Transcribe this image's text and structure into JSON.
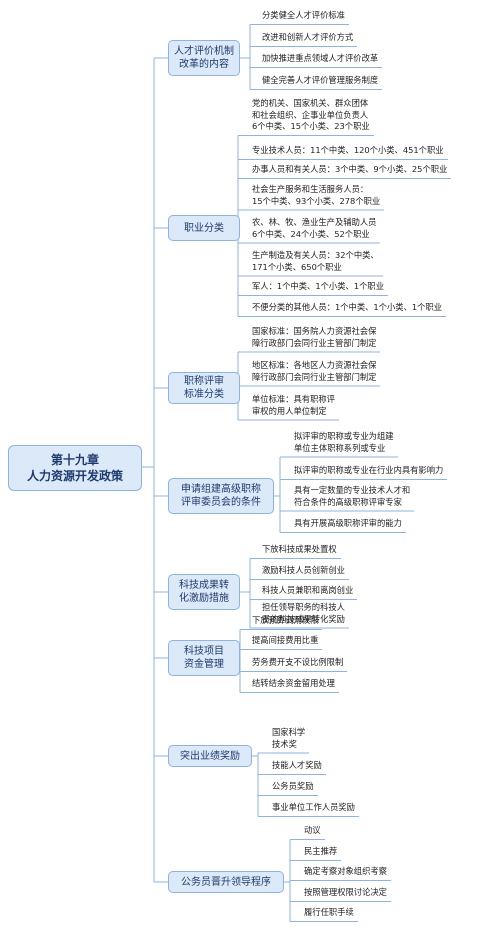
{
  "root": {
    "line1": "第十九章",
    "line2": "人力资源开发政策"
  },
  "branches": [
    {
      "id": "b1",
      "label": "人才评价机制\n改革的内容",
      "items": [
        "分类健全人才评价标准",
        "改进和创新人才评价方式",
        "加快推进重点领域人才评价改革",
        "健全完善人才评价管理服务制度"
      ]
    },
    {
      "id": "b2",
      "label": "职业分类",
      "items": [
        "党的机关、国家机关、群众团体\n和社会组织、企事业单位负责人\n6个中类、15个小类、23个职业",
        "专业技术人员：11个中类、120个小类、451个职业",
        "办事人员和有关人员：3个中类、9个小类、25个职业",
        "社会生产服务和生活服务人员：\n15个中类、93个小类、278个职业",
        "农、林、牧、渔业生产及辅助人员\n6个中类、24个小类、52个职业",
        "生产制造及有关人员：32个中类、\n171个小类、650个职业",
        "军人：1个中类、1个小类、1个职业",
        "不便分类的其他人员：1个中类、1个小类、1个职业"
      ]
    },
    {
      "id": "b3",
      "label": "职称评审\n标准分类",
      "items": [
        "国家标准：国务院人力资源社会保\n障行政部门会同行业主管部门制定",
        "地区标准：各地区人力资源社会保\n障行政部门会同行业主管部门制定",
        "单位标准：具有职称评\n审权的用人单位制定"
      ]
    },
    {
      "id": "b4",
      "label": "申请组建高级职称\n评审委员会的条件",
      "items": [
        "拟评审的职称或专业为组建\n单位主体职称系列或专业",
        "拟评审的职称或专业在行业内具有影响力",
        "具有一定数量的专业技术人才和\n符合条件的高级职称评审专家",
        "具有开展高级职称评审的能力"
      ]
    },
    {
      "id": "b5",
      "label": "科技成果转\n化激励措施",
      "items": [
        "下放科技成果处置权",
        "激励科技人员创新创业",
        "科技人员兼职和离岗创业",
        "担任领导职务的科技人\n员的科技成果转化奖励"
      ]
    },
    {
      "id": "b6",
      "label": "科技项目\n资金管理",
      "items": [
        "下放预算调剂权限",
        "提高间接费用比重",
        "劳务费开支不设比例限制",
        "结转结余资金留用处理"
      ]
    },
    {
      "id": "b7",
      "label": "突出业绩奖励",
      "items": [
        "国家科学\n技术奖",
        "技能人才奖励",
        "公务员奖励",
        "事业单位工作人员奖励"
      ]
    },
    {
      "id": "b8",
      "label": "公务员晋升领导程序",
      "items": [
        "动议",
        "民主推荐",
        "确定考察对象组织考察",
        "按照管理权限讨论决定",
        "履行任职手续"
      ]
    }
  ]
}
